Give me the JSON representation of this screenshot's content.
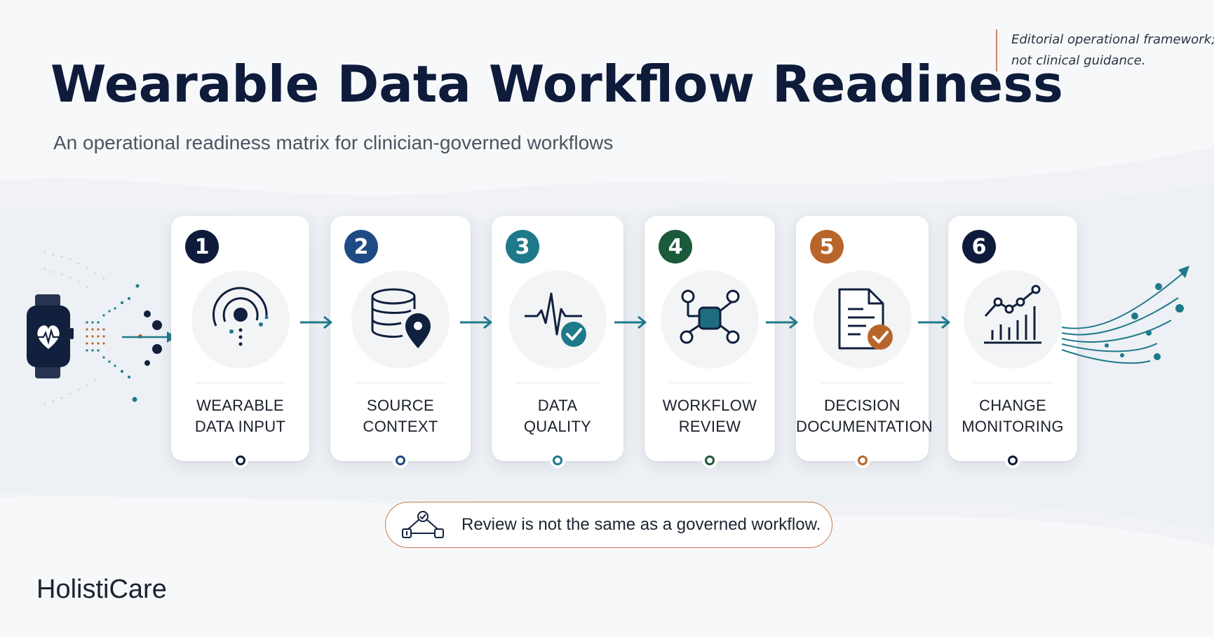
{
  "header": {
    "title": "Wearable Data Workflow Readiness",
    "subtitle": "An operational readiness matrix for clinician-governed workflows",
    "disclaimer_line1": "Editorial operational framework;",
    "disclaimer_line2": "not clinical guidance."
  },
  "steps": [
    {
      "number": "1",
      "line1": "WEARABLE",
      "line2": "DATA INPUT",
      "color": "#0e1b3a",
      "icon": "signal-radar-icon"
    },
    {
      "number": "2",
      "line1": "SOURCE",
      "line2": "CONTEXT",
      "color": "#1f4b85",
      "icon": "database-location-icon"
    },
    {
      "number": "3",
      "line1": "DATA",
      "line2": "QUALITY",
      "color": "#1e7a8a",
      "icon": "pulse-check-icon"
    },
    {
      "number": "4",
      "line1": "WORKFLOW",
      "line2": "REVIEW",
      "color": "#1c5a3c",
      "icon": "workflow-nodes-icon"
    },
    {
      "number": "5",
      "line1": "DECISION",
      "line2": "DOCUMENTATION",
      "color": "#b8652b",
      "icon": "document-check-icon"
    },
    {
      "number": "6",
      "line1": "CHANGE",
      "line2": "MONITORING",
      "color": "#0e1b3a",
      "icon": "trend-chart-icon"
    }
  ],
  "callout": {
    "text": "Review is not the same as a governed workflow.",
    "icon": "approval-flow-icon"
  },
  "brand": {
    "name": "HolistiCare"
  },
  "colors": {
    "navy": "#0e1b3a",
    "teal": "#1e7a8a",
    "orange": "#b8652b",
    "green": "#1c5a3c",
    "blue": "#1f4b85"
  }
}
